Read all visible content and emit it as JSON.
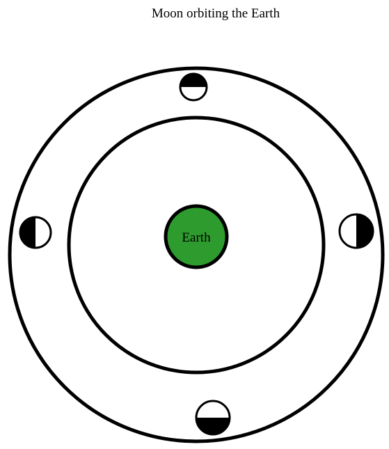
{
  "title": "Moon orbiting the Earth",
  "earth": {
    "label": "Earth",
    "fill_color": "#2e9b2e"
  },
  "colors": {
    "stroke": "#000000",
    "moon_dark": "#000000",
    "moon_light": "#ffffff"
  },
  "moon_phases": [
    {
      "position": "top",
      "dark_half": "top"
    },
    {
      "position": "right",
      "dark_half": "right"
    },
    {
      "position": "bottom",
      "dark_half": "bottom"
    },
    {
      "position": "left",
      "dark_half": "left"
    }
  ]
}
